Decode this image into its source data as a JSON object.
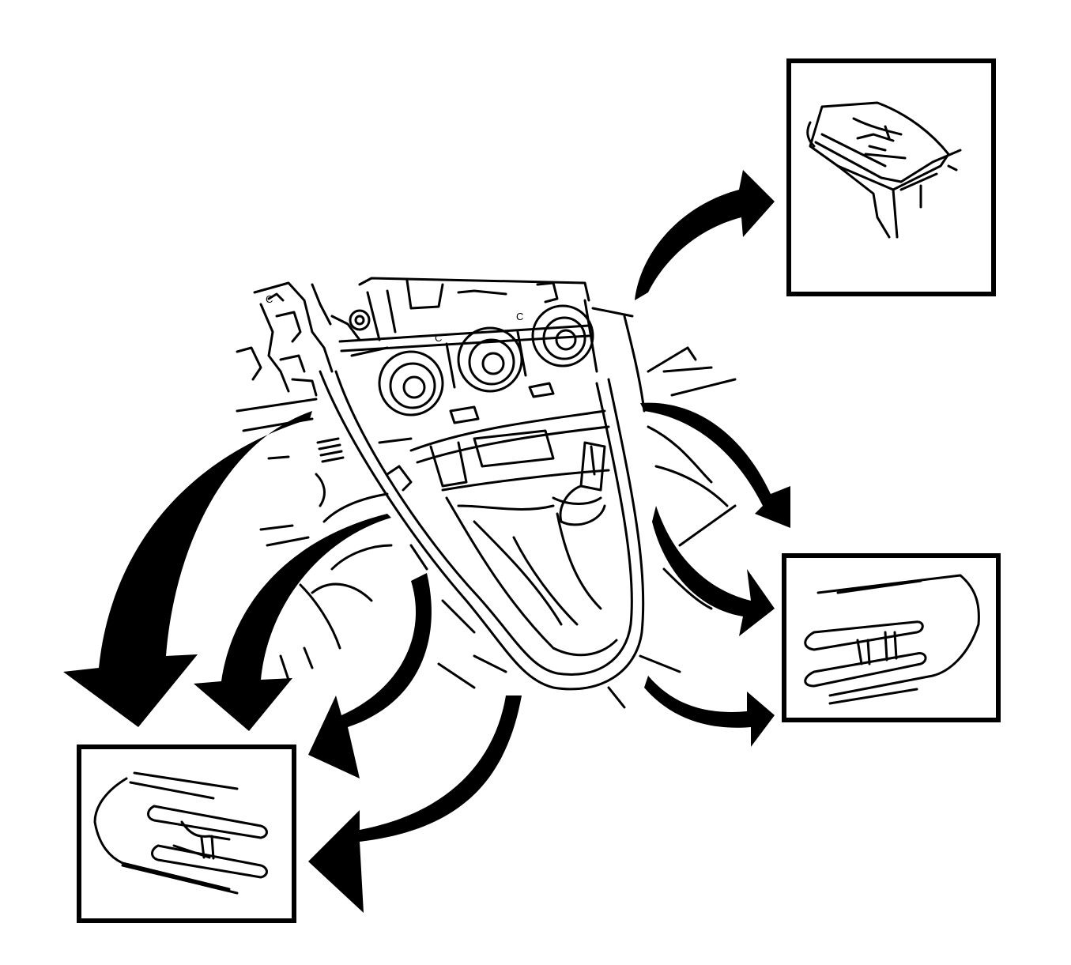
{
  "figure": {
    "background_color": "#ffffff",
    "line_color": "#000000"
  },
  "clip_marks": {
    "left": "C",
    "middle": "C",
    "right": "C"
  },
  "detail_views": [
    {
      "id": "detail-top-right",
      "depicts": "clip-side-view"
    },
    {
      "id": "detail-mid-right",
      "depicts": "clip-top-view"
    },
    {
      "id": "detail-bottom-left",
      "depicts": "clip-top-view"
    }
  ]
}
